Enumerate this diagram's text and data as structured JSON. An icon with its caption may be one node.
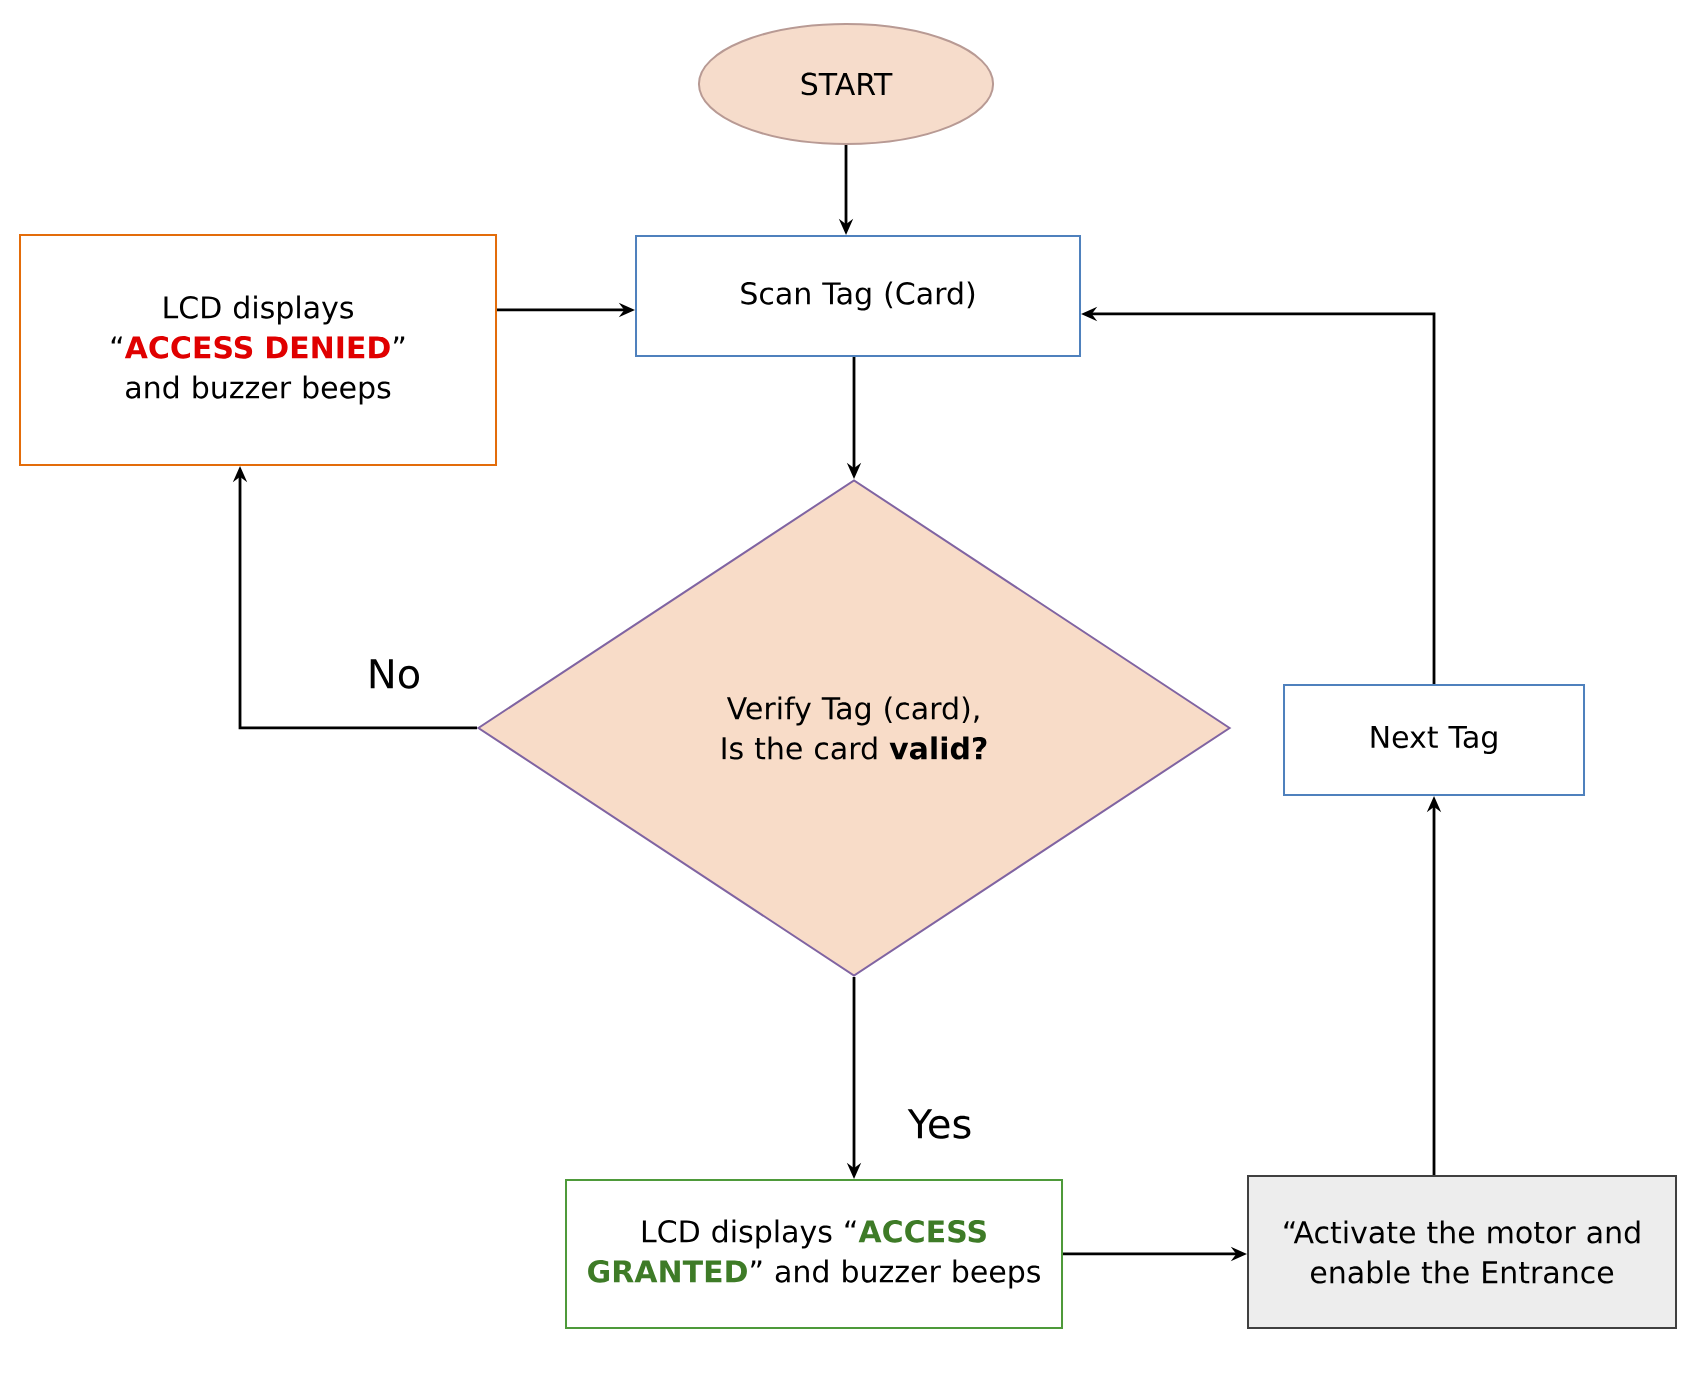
{
  "diagram": {
    "nodes": [
      {
        "text": [
          "START"
        ]
      },
      {
        "text": [
          "Scan Tag (Card)"
        ]
      },
      {
        "text": [
          "LCD displays “**ACCESS DENIED**” and buzzer beeps"
        ]
      },
      {
        "text": [
          "Verify Tag (card), Is the card **valid?**"
        ]
      },
      {
        "text": [
          "Next Tag"
        ]
      },
      {
        "text": [
          "LCD displays “**ACCESS GRANTED**” and buzzer beeps"
        ]
      },
      {
        "text": [
          "“Activate the motor and enable the Entrance"
        ]
      }
    ],
    "edges": [
      {
        "from": 0,
        "to": 1,
        "arrow": "to"
      },
      {
        "from": 2,
        "to": 1,
        "arrow": "to"
      },
      {
        "from": 1,
        "to": 3,
        "arrow": "to"
      },
      {
        "from": 3,
        "to": 2,
        "arrow": "to",
        "label": "No"
      },
      {
        "from": 3,
        "to": 5,
        "arrow": "to",
        "label": "Yes"
      },
      {
        "from": 5,
        "to": 6,
        "arrow": "to"
      },
      {
        "from": 6,
        "to": 4,
        "arrow": "to"
      },
      {
        "from": 4,
        "to": 1,
        "arrow": "to"
      }
    ]
  }
}
